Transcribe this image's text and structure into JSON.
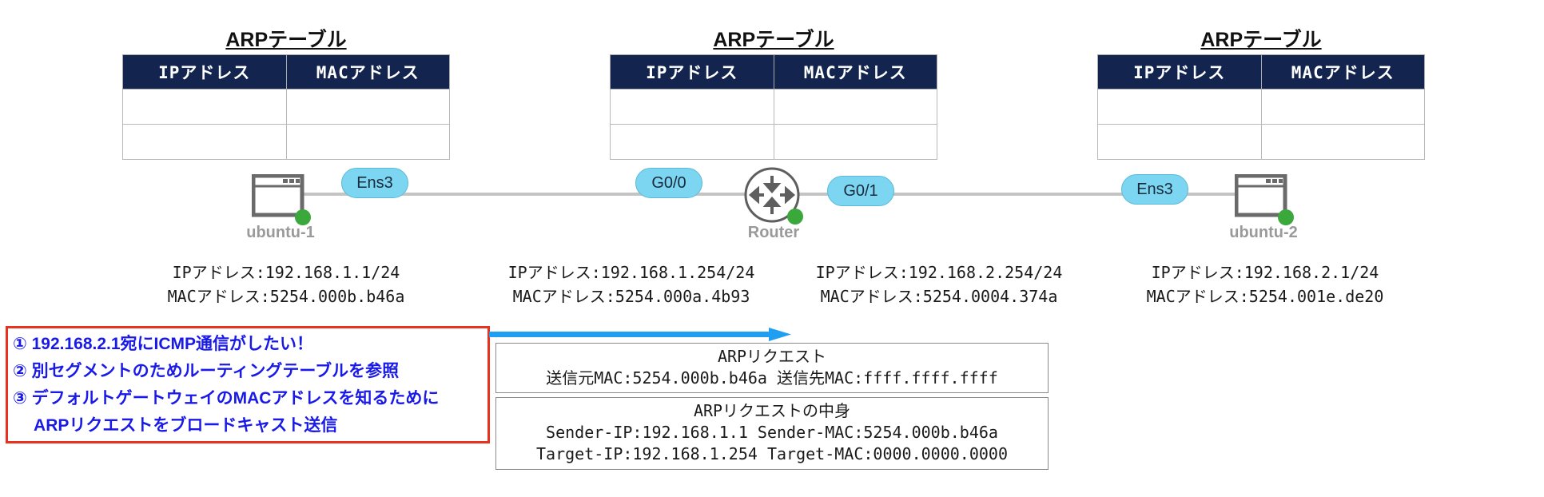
{
  "arp_tables": [
    {
      "title": "ARPテーブル",
      "columns": [
        "IPアドレス",
        "MACアドレス"
      ],
      "rows": [
        [
          "",
          ""
        ],
        [
          "",
          ""
        ]
      ]
    },
    {
      "title": "ARPテーブル",
      "columns": [
        "IPアドレス",
        "MACアドレス"
      ],
      "rows": [
        [
          "",
          ""
        ],
        [
          "",
          ""
        ]
      ]
    },
    {
      "title": "ARPテーブル",
      "columns": [
        "IPアドレス",
        "MACアドレス"
      ],
      "rows": [
        [
          "",
          ""
        ],
        [
          "",
          ""
        ]
      ]
    }
  ],
  "nodes": {
    "ubuntu1": {
      "label": "ubuntu-1",
      "interface": "Ens3",
      "status": "running",
      "ip": "IPアドレス:192.168.1.1/24",
      "mac": "MACアドレス:5254.000b.b46a"
    },
    "router": {
      "label": "Router",
      "status": "running",
      "g00": {
        "interface": "G0/0",
        "ip": "IPアドレス:192.168.1.254/24",
        "mac": "MACアドレス:5254.000a.4b93"
      },
      "g01": {
        "interface": "G0/1",
        "ip": "IPアドレス:192.168.2.254/24",
        "mac": "MACアドレス:5254.0004.374a"
      }
    },
    "ubuntu2": {
      "label": "ubuntu-2",
      "interface": "Ens3",
      "status": "running",
      "ip": "IPアドレス:192.168.2.1/24",
      "mac": "MACアドレス:5254.001e.de20"
    }
  },
  "notes": {
    "lines": [
      "① 192.168.2.1宛にICMP通信がしたい！",
      "② 別セグメントのためルーティングテーブルを参照",
      "③ デフォルトゲートウェイのMACアドレスを知るために",
      "　 ARPリクエストをブロードキャスト送信"
    ]
  },
  "arp_request": {
    "title": "ARPリクエスト",
    "header": "送信元MAC:5254.000b.b46a 送信先MAC:ffff.ffff.ffff"
  },
  "arp_contents": {
    "title": "ARPリクエストの中身",
    "sender": "Sender-IP:192.168.1.1 Sender-MAC:5254.000b.b46a",
    "target": "Target-IP:192.168.1.254 Target-MAC:0000.0000.0000"
  },
  "colors": {
    "table_header": "#13244f",
    "pill": "#7dd6f1",
    "arrow": "#1e9ff2",
    "note_border": "#e8321e",
    "note_text": "#1a1ae8",
    "status_ok": "#3aa83a"
  }
}
